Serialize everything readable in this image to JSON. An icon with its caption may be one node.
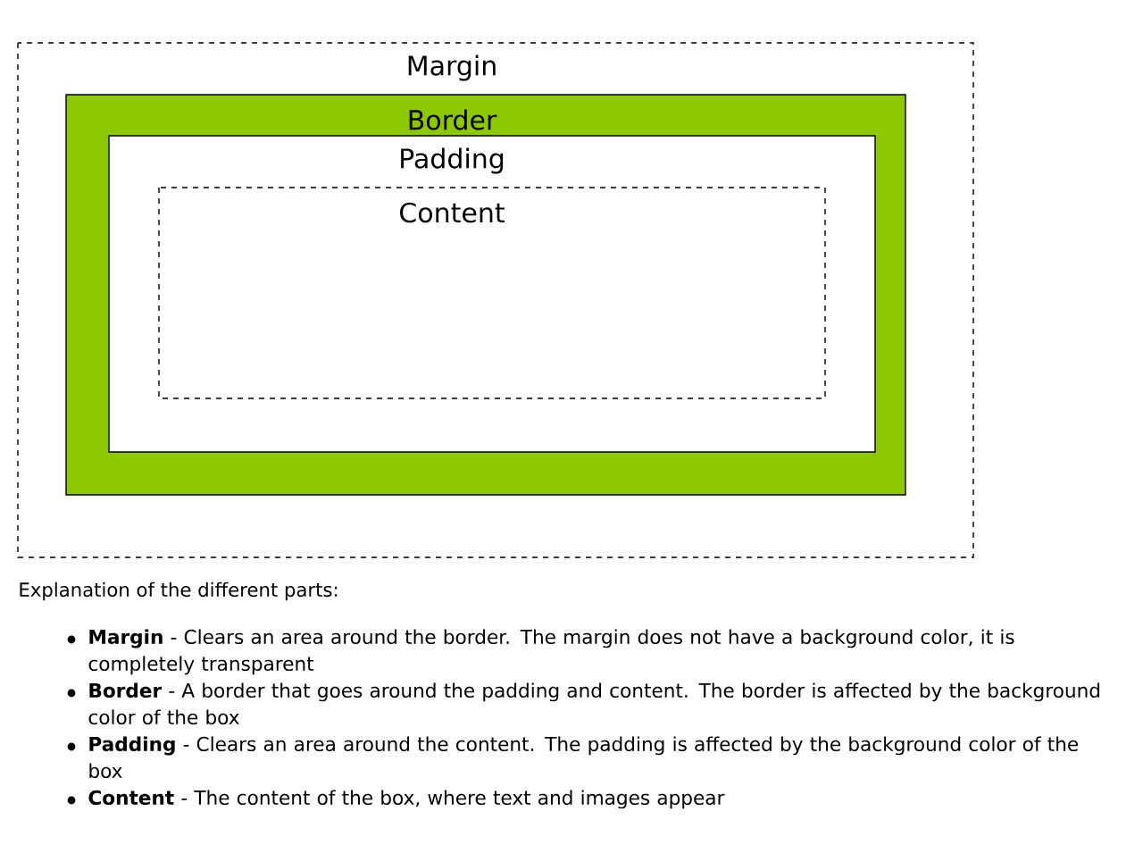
{
  "diagram": {
    "nodes": [
      {
        "text": [
          "Margin"
        ]
      },
      {
        "text": [
          "Border"
        ],
        "in": 0
      },
      {
        "text": [
          "Padding"
        ],
        "in": 1
      },
      {
        "text": [
          "Content"
        ],
        "in": 2
      }
    ],
    "labels": [
      "Explanation of the different parts:",
      "**Margin** - Clears an area around the border. The margin does not have a background color, it is completely transparent",
      "**Border** - A border that goes around the padding and content. The border is affected by the background color of the box",
      "**Padding** - Clears an area around the content. The padding is affected by the background color of the box",
      "**Content** - The content of the box, where text and images appear"
    ]
  }
}
